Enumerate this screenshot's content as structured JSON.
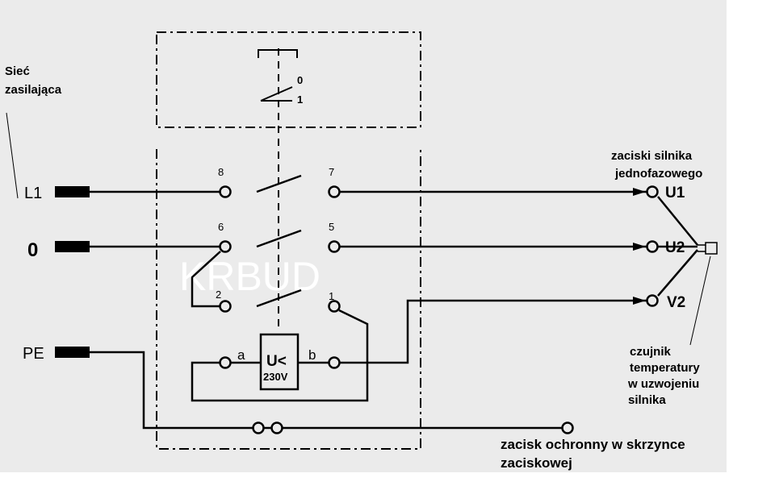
{
  "colors": {
    "background": "#ebebeb",
    "ink": "#000000",
    "watermark": "#ffffff"
  },
  "supply": {
    "title_line1": "Sieć",
    "title_line2": "zasilająca",
    "l1": "L1",
    "n": "0",
    "pe": "PE"
  },
  "switch_box": {
    "main_switch": {
      "pos0": "0",
      "pos1": "1"
    },
    "terminals": {
      "t8": "8",
      "t7": "7",
      "t6": "6",
      "t5": "5",
      "t2": "2",
      "t1": "1"
    },
    "relay": {
      "symbol": "U<",
      "voltage": "230V",
      "term_a": "a",
      "term_b": "b"
    }
  },
  "motor": {
    "title_line1": "zaciski silnika",
    "title_line2": "jednofazowego",
    "u1": "U1",
    "u2": "U2",
    "v2": "V2"
  },
  "sensor": {
    "line1": "czujnik",
    "line2": "temperatury",
    "line3": "w uzwojeniu",
    "line4": "silnika"
  },
  "protective_terminal": {
    "line1": "zacisk ochronny w skrzynce",
    "line2": "zaciskowej"
  },
  "watermark": "KRBUD"
}
